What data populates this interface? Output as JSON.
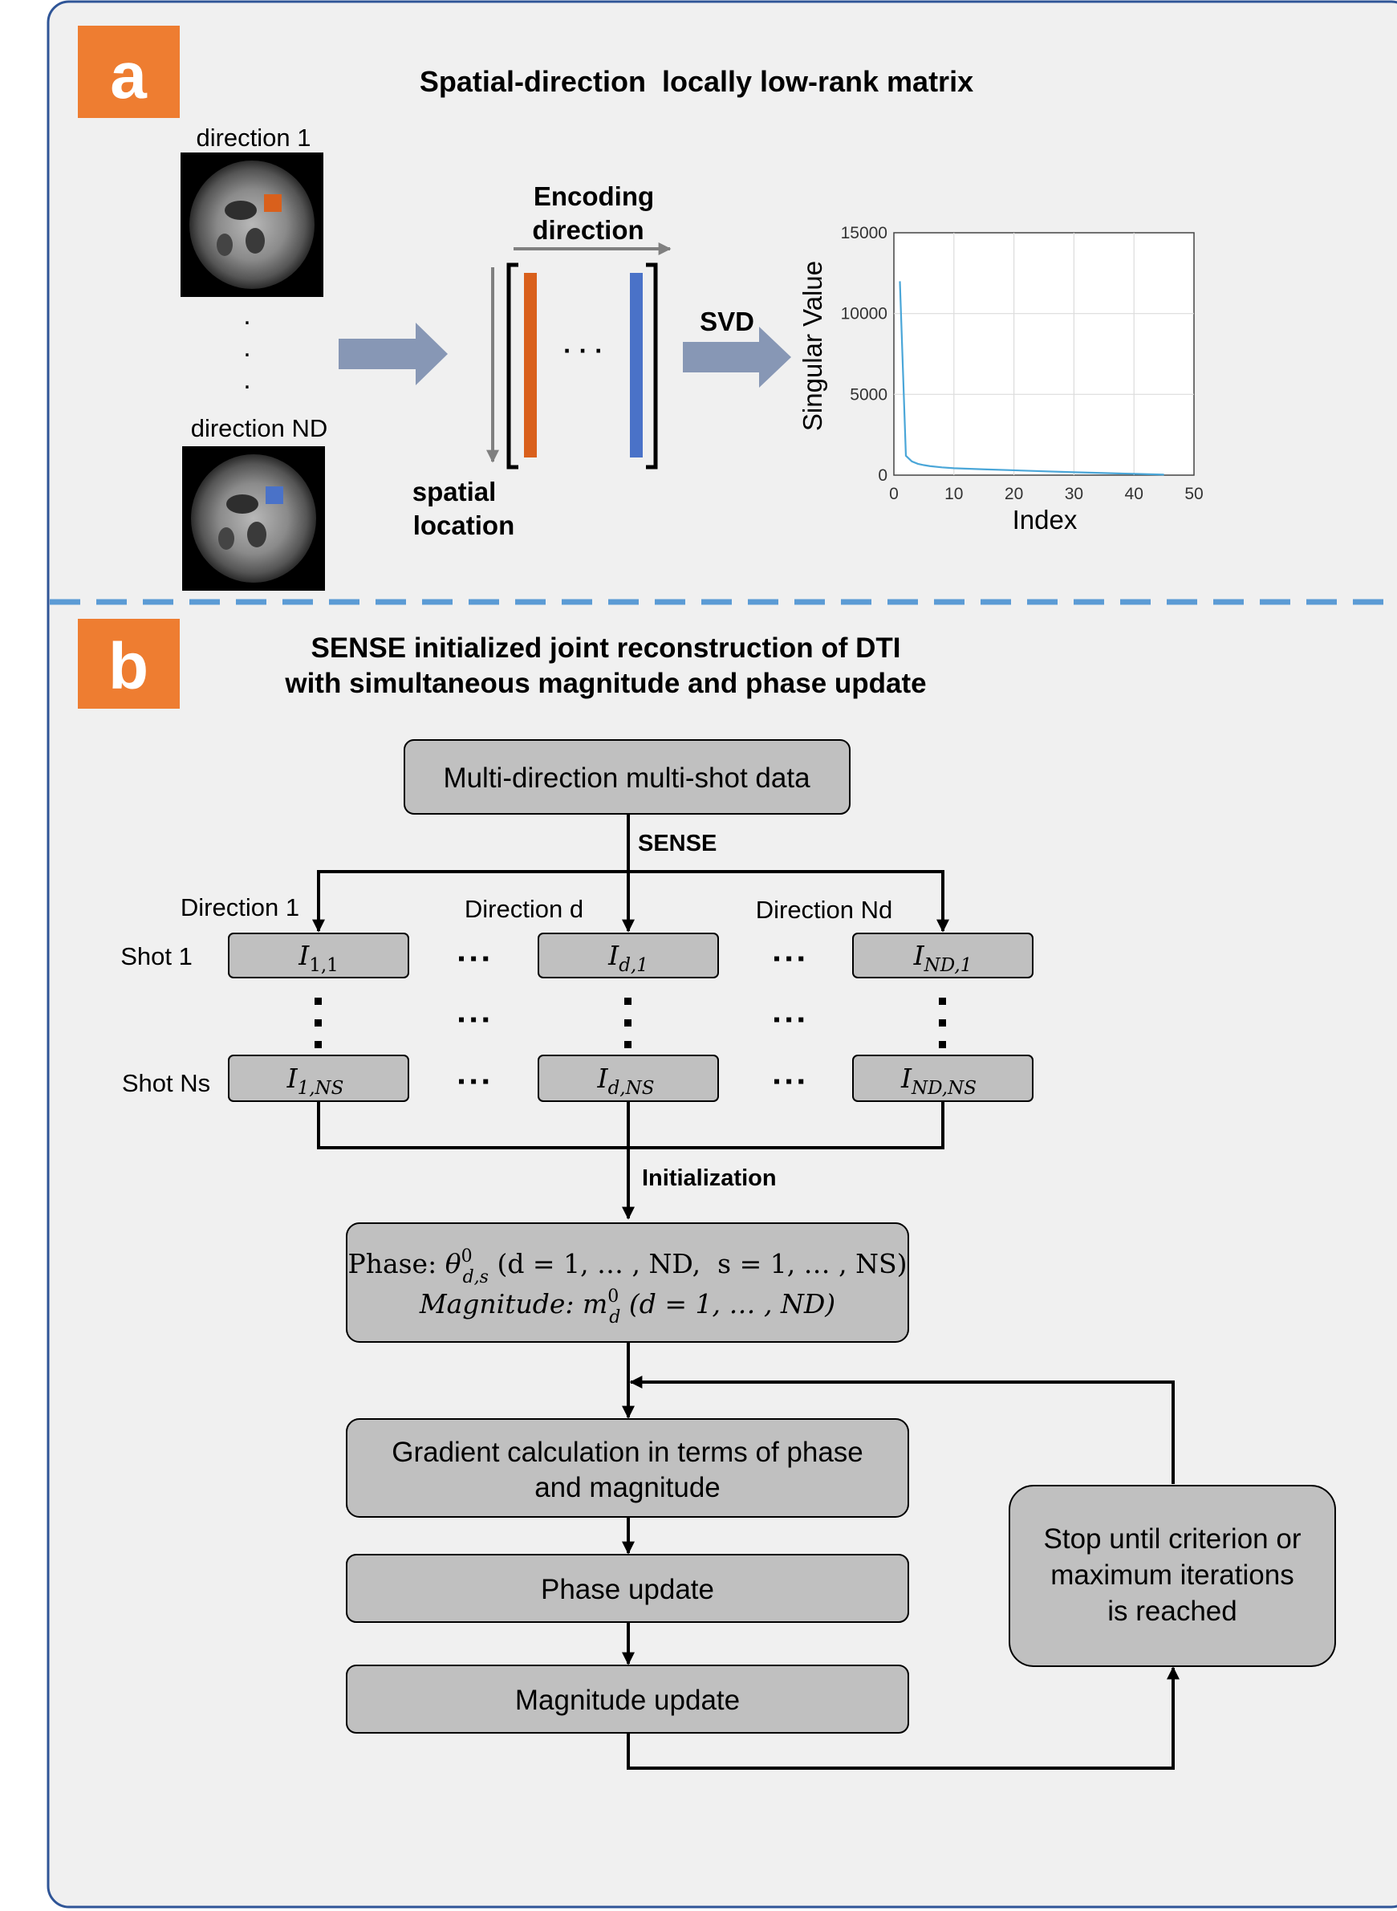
{
  "panel_a": {
    "badge": "a",
    "title": "Spatial-direction  locally low-rank matrix",
    "direction_first": "direction 1",
    "direction_last": "direction ND",
    "encoding_label_1": "Encoding",
    "encoding_label_2": "direction",
    "spatial_label_1": "spatial",
    "spatial_label_2": "location",
    "svd_label": "SVD",
    "colors": {
      "orange": "#d9601c",
      "blue": "#4a72c8",
      "arrow": "#8797b5",
      "badge": "#ee7d31"
    }
  },
  "chart_data": {
    "type": "line",
    "xlabel": "Index",
    "ylabel": "Singular Value",
    "xlim": [
      0,
      50
    ],
    "ylim": [
      0,
      15000
    ],
    "xticks": [
      "0",
      "10",
      "20",
      "30",
      "40",
      "50"
    ],
    "yticks": [
      "0",
      "5000",
      "10000",
      "15000"
    ],
    "grid": true,
    "series": [
      {
        "color": "#4aa6d8",
        "x": [
          1,
          2,
          3,
          4,
          5,
          6,
          8,
          10,
          15,
          20,
          25,
          30,
          35,
          40,
          45
        ],
        "y": [
          12000,
          1200,
          850,
          700,
          620,
          560,
          480,
          430,
          360,
          300,
          240,
          180,
          130,
          80,
          30
        ]
      }
    ]
  },
  "panel_b": {
    "badge": "b",
    "title_1": "SENSE initialized joint reconstruction of DTI",
    "title_2": "with simultaneous magnitude and phase update",
    "top_box": "Multi-direction multi-shot data",
    "sense_label": "SENSE",
    "dir_1": "Direction 1",
    "dir_d": "Direction d",
    "dir_nd": "Direction Nd",
    "shot_1": "Shot 1",
    "shot_ns": "Shot Ns",
    "cells_row1": [
      {
        "base": "I",
        "sub": "1,1"
      },
      {
        "base": "I",
        "sub": "d,1"
      },
      {
        "base": "I",
        "sub": "ND,1"
      }
    ],
    "cells_rowns": [
      {
        "base": "I",
        "sub": "1,NS"
      },
      {
        "base": "I",
        "sub": "d,NS"
      },
      {
        "base": "I",
        "sub": "ND,NS"
      }
    ],
    "hdots": "▪ ▪ ▪",
    "init_label": "Initialization",
    "init_box_line1": {
      "prefix": "Phase: ",
      "symbol": "θ",
      "sup": "0",
      "sub": "d,s",
      "suffix": " (d = 1, … , ND,  s = 1, … , NS)"
    },
    "init_box_line2": {
      "prefix": "Magnitude: ",
      "symbol": "m",
      "sup": "0",
      "sub": "d",
      "suffix": " (d = 1, … , ND)"
    },
    "gradient_1": "Gradient calculation in terms of phase",
    "gradient_2": "and magnitude",
    "phase_update": "Phase update",
    "magnitude_update": "Magnitude update",
    "stop_1": "Stop until criterion or",
    "stop_2": "maximum iterations",
    "stop_3": "is reached",
    "colors": {
      "box": "#c0c0c0",
      "divider": "#5b9bd5",
      "border": "#2f5597",
      "panel": "#f0f0f0"
    }
  }
}
